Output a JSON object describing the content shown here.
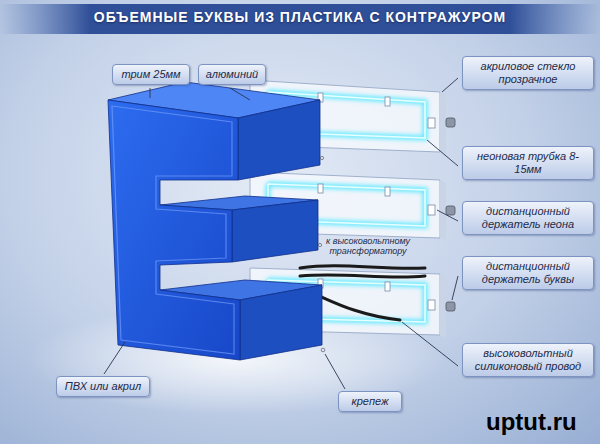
{
  "diagram": {
    "title": "ОБЪЕМНЫЕ БУКВЫ ИЗ ПЛАСТИКА С КОНТРАЖУРОМ",
    "nodes": [
      {
        "text": [
          "трим 25мм"
        ]
      },
      {
        "text": [
          "алюминий"
        ]
      },
      {
        "text": [
          "акриловое стекло прозрачное"
        ]
      },
      {
        "text": [
          "неоновая трубка 8-15мм"
        ]
      },
      {
        "text": [
          "дистанционный держатель неона"
        ]
      },
      {
        "text": [
          "дистанционный держатель буквы"
        ]
      },
      {
        "text": [
          "высоковольтный силиконовый провод"
        ]
      },
      {
        "text": [
          "ПВХ или акрил"
        ]
      },
      {
        "text": [
          "крепеж"
        ]
      }
    ],
    "labels": [
      "к высоковольтному трансформатору",
      "uptut.ru"
    ]
  }
}
